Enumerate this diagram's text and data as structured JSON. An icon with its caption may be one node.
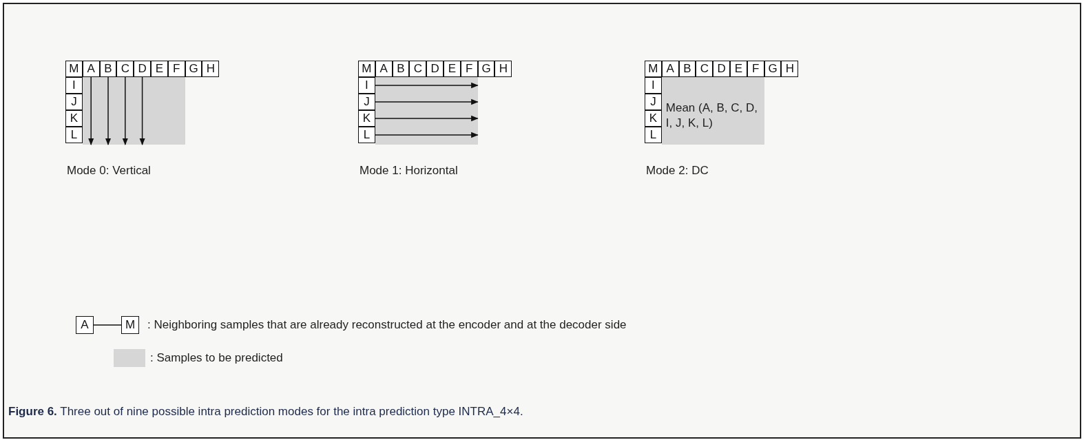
{
  "diagram": {
    "caption": "**Figure 6.** Three out of nine possible intra prediction modes for the intra prediction type INTRA_4×4.",
    "nodes": [
      {
        "text": [
          "M"
        ]
      },
      {
        "text": [
          "A"
        ]
      },
      {
        "text": [
          "B"
        ]
      },
      {
        "text": [
          "C"
        ]
      },
      {
        "text": [
          "D"
        ]
      },
      {
        "text": [
          "E"
        ]
      },
      {
        "text": [
          "F"
        ]
      },
      {
        "text": [
          "G"
        ]
      },
      {
        "text": [
          "H"
        ]
      },
      {
        "text": [
          "I"
        ]
      },
      {
        "text": [
          "J"
        ]
      },
      {
        "text": [
          "K"
        ]
      },
      {
        "text": [
          "L"
        ]
      },
      {
        "text": [],
        "shape": "box"
      },
      {
        "text": [
          "M"
        ]
      },
      {
        "text": [
          "A"
        ]
      },
      {
        "text": [
          "B"
        ]
      },
      {
        "text": [
          "C"
        ]
      },
      {
        "text": [
          "D"
        ]
      },
      {
        "text": [
          "E"
        ]
      },
      {
        "text": [
          "F"
        ]
      },
      {
        "text": [
          "G"
        ]
      },
      {
        "text": [
          "H"
        ]
      },
      {
        "text": [
          "I"
        ]
      },
      {
        "text": [
          "J"
        ]
      },
      {
        "text": [
          "K"
        ]
      },
      {
        "text": [
          "L"
        ]
      },
      {
        "text": [],
        "shape": "box"
      },
      {
        "text": [
          "M"
        ]
      },
      {
        "text": [
          "A"
        ]
      },
      {
        "text": [
          "B"
        ]
      },
      {
        "text": [
          "C"
        ]
      },
      {
        "text": [
          "D"
        ]
      },
      {
        "text": [
          "E"
        ]
      },
      {
        "text": [
          "F"
        ]
      },
      {
        "text": [
          "G"
        ]
      },
      {
        "text": [
          "H"
        ]
      },
      {
        "text": [
          "I"
        ]
      },
      {
        "text": [
          "J"
        ]
      },
      {
        "text": [
          "K"
        ]
      },
      {
        "text": [
          "L"
        ]
      },
      {
        "text": [
          "Mean (A, B, C, D, I, J, K, L)"
        ]
      },
      {
        "text": [
          "A"
        ]
      },
      {
        "text": [
          "M"
        ]
      }
    ],
    "edges": [
      {
        "from": 1,
        "to": 13,
        "arrow": "to"
      },
      {
        "from": 2,
        "to": 13,
        "arrow": "to"
      },
      {
        "from": 3,
        "to": 13,
        "arrow": "to"
      },
      {
        "from": 4,
        "to": 13,
        "arrow": "to"
      },
      {
        "from": 23,
        "to": 27,
        "arrow": "to"
      },
      {
        "from": 24,
        "to": 27,
        "arrow": "to"
      },
      {
        "from": 25,
        "to": 27,
        "arrow": "to"
      },
      {
        "from": 26,
        "to": 27,
        "arrow": "to"
      },
      {
        "from": 42,
        "to": 43,
        "arrow": "none"
      }
    ],
    "labels": [
      "Mode 0: Vertical",
      "Mode 1: Horizontal",
      "Mode 2: DC"
    ],
    "legend": [
      {
        "text": ": Neighboring samples that are already reconstructed at the encoder and at the decoder side"
      },
      {
        "text": ": Samples to be predicted",
        "color": "#d6d6d6"
      }
    ]
  }
}
